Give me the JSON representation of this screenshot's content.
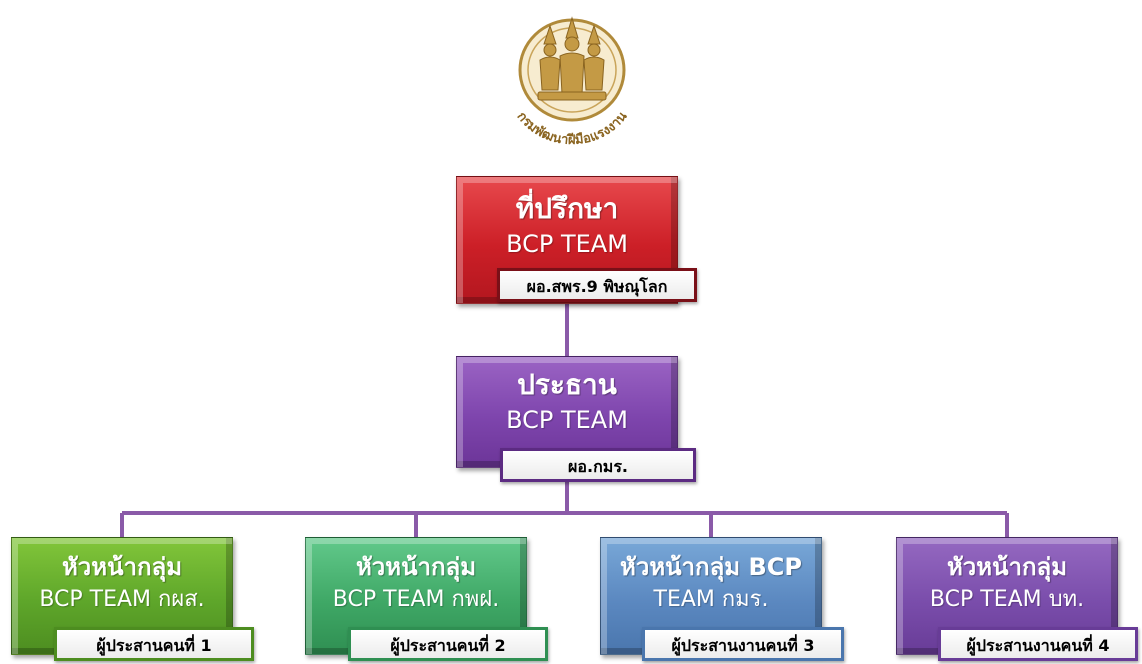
{
  "colors": {
    "connector": "#8a5aa8",
    "advisor": "#cc1f27",
    "chair": "#7e45ad",
    "leaf_1": "#5ea62a",
    "leaf_2": "#3fa866",
    "leaf_3": "#5b88c0",
    "leaf_4": "#7a4dab"
  },
  "logo": {
    "icon": "dsd-seal-logo",
    "text": "กรมพัฒนาฝีมือแรงงาน"
  },
  "advisor": {
    "title": "ที่ปรึกษา",
    "subtitle": "BCP TEAM",
    "tag": "ผอ.สพร.9 พิษณุโลก"
  },
  "chair": {
    "title": "ประธาน",
    "subtitle": "BCP TEAM",
    "tag": "ผอ.กมร."
  },
  "leaders": [
    {
      "title": "หัวหน้ากลุ่ม",
      "subtitle": "BCP TEAM กผส.",
      "tag": "ผู้ประสานคนที่ 1"
    },
    {
      "title": "หัวหน้ากลุ่ม",
      "subtitle": "BCP TEAM กพฝ.",
      "tag": "ผู้ประสานคนที่ 2"
    },
    {
      "title": "หัวหน้ากลุ่ม BCP",
      "subtitle": "TEAM กมร.",
      "tag": "ผู้ประสานงานคนที่ 3"
    },
    {
      "title": "หัวหน้ากลุ่ม",
      "subtitle": "BCP TEAM บท.",
      "tag": "ผู้ประสานงานคนที่ 4"
    }
  ]
}
